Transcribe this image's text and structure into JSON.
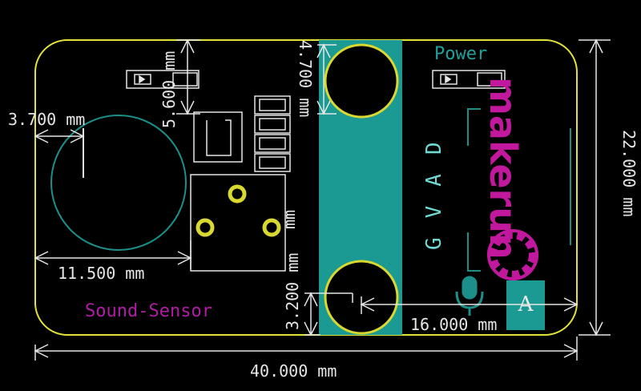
{
  "board_name": "Sound-Sensor",
  "power_label": "Power",
  "logo_text": "makerun",
  "pin_labels": [
    "G",
    "V",
    "A",
    "D"
  ],
  "badge_letter": "A",
  "dimensions": {
    "width": "40.000 mm",
    "height": "22.000 mm",
    "hole_spacing": "16.000 mm",
    "mic_offset": "11.500 mm",
    "mic_left": "3.700 mm",
    "top_led": "5.600 mm",
    "hole_top": "4.700 mm",
    "hole_bottom": "3.200 mm"
  },
  "colors": {
    "outline": "#e2e23a",
    "silkscreen": "#e6e6e6",
    "header_strip": "#1a9a93",
    "hole_ring": "#d8d830",
    "mic": "#1d8f8a",
    "logo": "#c2189e"
  }
}
